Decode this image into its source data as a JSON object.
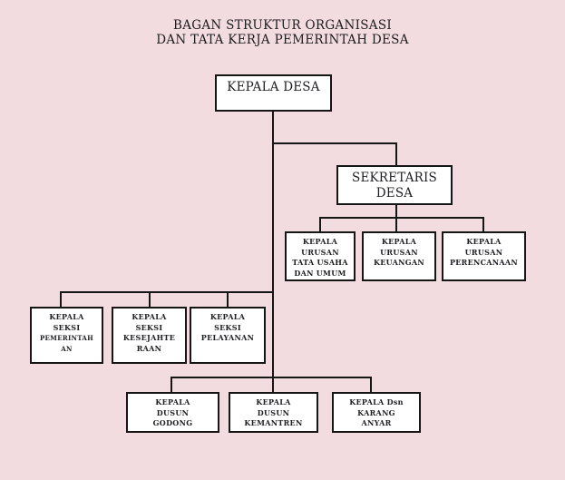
{
  "colors": {
    "background": "#f2dce0",
    "box_fill": "#ffffff",
    "line": "#161616",
    "text": "#1f1f23"
  },
  "title": {
    "line1": "BAGAN STRUKTUR ORGANISASI",
    "line2": "DAN TATA KERJA PEMERINTAH DESA"
  },
  "org_chart": {
    "nodes": [
      {
        "id": "kepala-desa",
        "lines": [
          "KEPALA DESA"
        ]
      },
      {
        "id": "sekretaris-desa",
        "lines": [
          "SEKRETARIS",
          "DESA"
        ]
      },
      {
        "id": "kaur-tata-usaha-umum",
        "lines": [
          "KEPALA",
          "URUSAN",
          "TATA USAHA",
          "DAN UMUM"
        ]
      },
      {
        "id": "kaur-keuangan",
        "lines": [
          "KEPALA",
          "URUSAN",
          "KEUANGAN"
        ]
      },
      {
        "id": "kaur-perencanaan",
        "lines": [
          "KEPALA",
          "URUSAN",
          "PERENCANAAN"
        ]
      },
      {
        "id": "kasi-pemerintahan",
        "lines": [
          "KEPALA",
          "SEKSI",
          "PEMERINTAH",
          "AN"
        ]
      },
      {
        "id": "kasi-kesejahteraan",
        "lines": [
          "KEPALA",
          "SEKSI",
          "KESEJAHTE",
          "RAAN"
        ]
      },
      {
        "id": "kasi-pelayanan",
        "lines": [
          "KEPALA",
          "SEKSI",
          "PELAYANAN"
        ]
      },
      {
        "id": "kadus-godong",
        "lines": [
          "KEPALA",
          "DUSUN",
          "GODONG"
        ]
      },
      {
        "id": "kadus-kemantren",
        "lines": [
          "KEPALA",
          "DUSUN",
          "KEMANTREN"
        ]
      },
      {
        "id": "kadus-karang-anyar",
        "lines": [
          "KEPALA Dsn",
          "KARANG",
          "ANYAR"
        ]
      }
    ]
  }
}
